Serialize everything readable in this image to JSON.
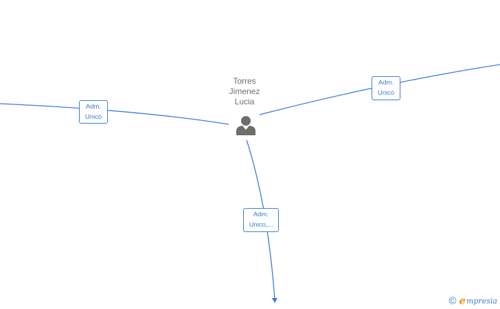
{
  "node": {
    "name_line1": "Torres",
    "name_line2": "Jimenez",
    "name_line3": "Lucia",
    "icon": "person-icon"
  },
  "relations": [
    {
      "line1": "Adm.",
      "line2": "Unico"
    },
    {
      "line1": "Adm.",
      "line2": "Unico"
    },
    {
      "line1": "Adm.",
      "line2": "Unico,..."
    }
  ],
  "brand": {
    "copyright_symbol": "©",
    "logo_initial": "e",
    "logo_rest": "mpresia"
  },
  "colors": {
    "edge": "#3a7bd5",
    "node_text": "#6d6d6d",
    "icon": "#6d6d6d",
    "brand_accent": "#f29400"
  }
}
